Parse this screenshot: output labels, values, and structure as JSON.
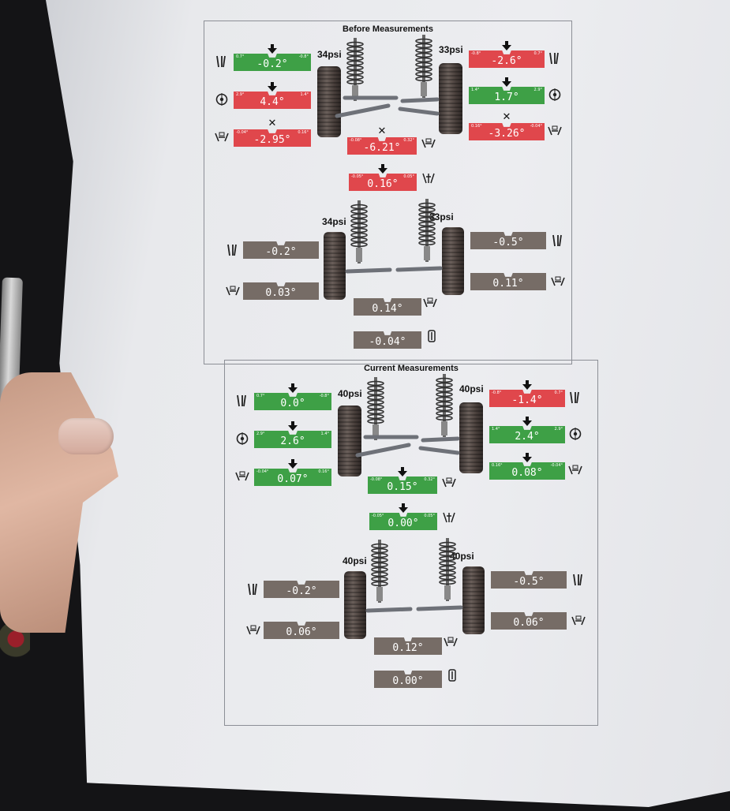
{
  "before": {
    "title": "Before Measurements",
    "front": {
      "psi_left": "34psi",
      "psi_right": "33psi",
      "left": [
        {
          "value": "-0.2°",
          "min": "0.7°",
          "max": "-0.8°",
          "status": "green",
          "marker": "arrow"
        },
        {
          "value": "4.4°",
          "min": "2.9°",
          "max": "1.4°",
          "status": "red",
          "marker": "arrow"
        },
        {
          "value": "-2.95°",
          "min": "-0.04°",
          "max": "0.16°",
          "status": "red",
          "marker": "x"
        }
      ],
      "right": [
        {
          "value": "-2.6°",
          "min": "-0.8°",
          "max": "0.7°",
          "status": "red",
          "marker": "arrow"
        },
        {
          "value": "1.7°",
          "min": "1.4°",
          "max": "2.9°",
          "status": "green",
          "marker": "arrow"
        },
        {
          "value": "-3.26°",
          "min": "0.16°",
          "max": "-0.04°",
          "status": "red",
          "marker": "x"
        }
      ],
      "total_toe": {
        "value": "-6.21°",
        "min": "-0.08°",
        "max": "0.32°",
        "status": "red",
        "marker": "x"
      },
      "setback": {
        "value": "0.16°",
        "min": "-0.05°",
        "max": "0.05°",
        "status": "red",
        "marker": "arrow"
      }
    },
    "rear": {
      "psi_left": "34psi",
      "psi_right": "33psi",
      "left": [
        {
          "value": "-0.2°",
          "status": "gray"
        },
        {
          "value": "0.03°",
          "status": "gray"
        }
      ],
      "right": [
        {
          "value": "-0.5°",
          "status": "gray"
        },
        {
          "value": "0.11°",
          "status": "gray"
        }
      ],
      "total_toe": {
        "value": "0.14°",
        "status": "gray"
      },
      "thrust": {
        "value": "-0.04°",
        "status": "gray"
      }
    }
  },
  "current": {
    "title": "Current Measurements",
    "front": {
      "psi_left": "40psi",
      "psi_right": "40psi",
      "left": [
        {
          "value": "0.0°",
          "min": "0.7°",
          "max": "-0.8°",
          "status": "green",
          "marker": "arrow"
        },
        {
          "value": "2.6°",
          "min": "2.9°",
          "max": "1.4°",
          "status": "green",
          "marker": "arrow"
        },
        {
          "value": "0.07°",
          "min": "-0.04°",
          "max": "0.16°",
          "status": "green",
          "marker": "arrow"
        }
      ],
      "right": [
        {
          "value": "-1.4°",
          "min": "-0.8°",
          "max": "0.7°",
          "status": "red",
          "marker": "arrow"
        },
        {
          "value": "2.4°",
          "min": "1.4°",
          "max": "2.9°",
          "status": "green",
          "marker": "arrow"
        },
        {
          "value": "0.08°",
          "min": "0.16°",
          "max": "-0.04°",
          "status": "green",
          "marker": "arrow"
        }
      ],
      "total_toe": {
        "value": "0.15°",
        "min": "-0.08°",
        "max": "0.32°",
        "status": "green",
        "marker": "arrow"
      },
      "setback": {
        "value": "0.00°",
        "min": "-0.05°",
        "max": "0.05°",
        "status": "green",
        "marker": "arrow"
      }
    },
    "rear": {
      "psi_left": "40psi",
      "psi_right": "40psi",
      "left": [
        {
          "value": "-0.2°",
          "status": "gray"
        },
        {
          "value": "0.06°",
          "status": "gray"
        }
      ],
      "right": [
        {
          "value": "-0.5°",
          "status": "gray"
        },
        {
          "value": "0.06°",
          "status": "gray"
        }
      ],
      "total_toe": {
        "value": "0.12°",
        "status": "gray"
      },
      "thrust": {
        "value": "0.00°",
        "status": "gray"
      }
    }
  },
  "colors": {
    "in_spec": "#3ea046",
    "out_of_spec": "#e0474c",
    "no_spec": "#766c66"
  },
  "icons": [
    "camber-icon",
    "caster-icon",
    "toe-icon",
    "total-toe-icon",
    "setback-icon",
    "thrust-angle-icon"
  ]
}
